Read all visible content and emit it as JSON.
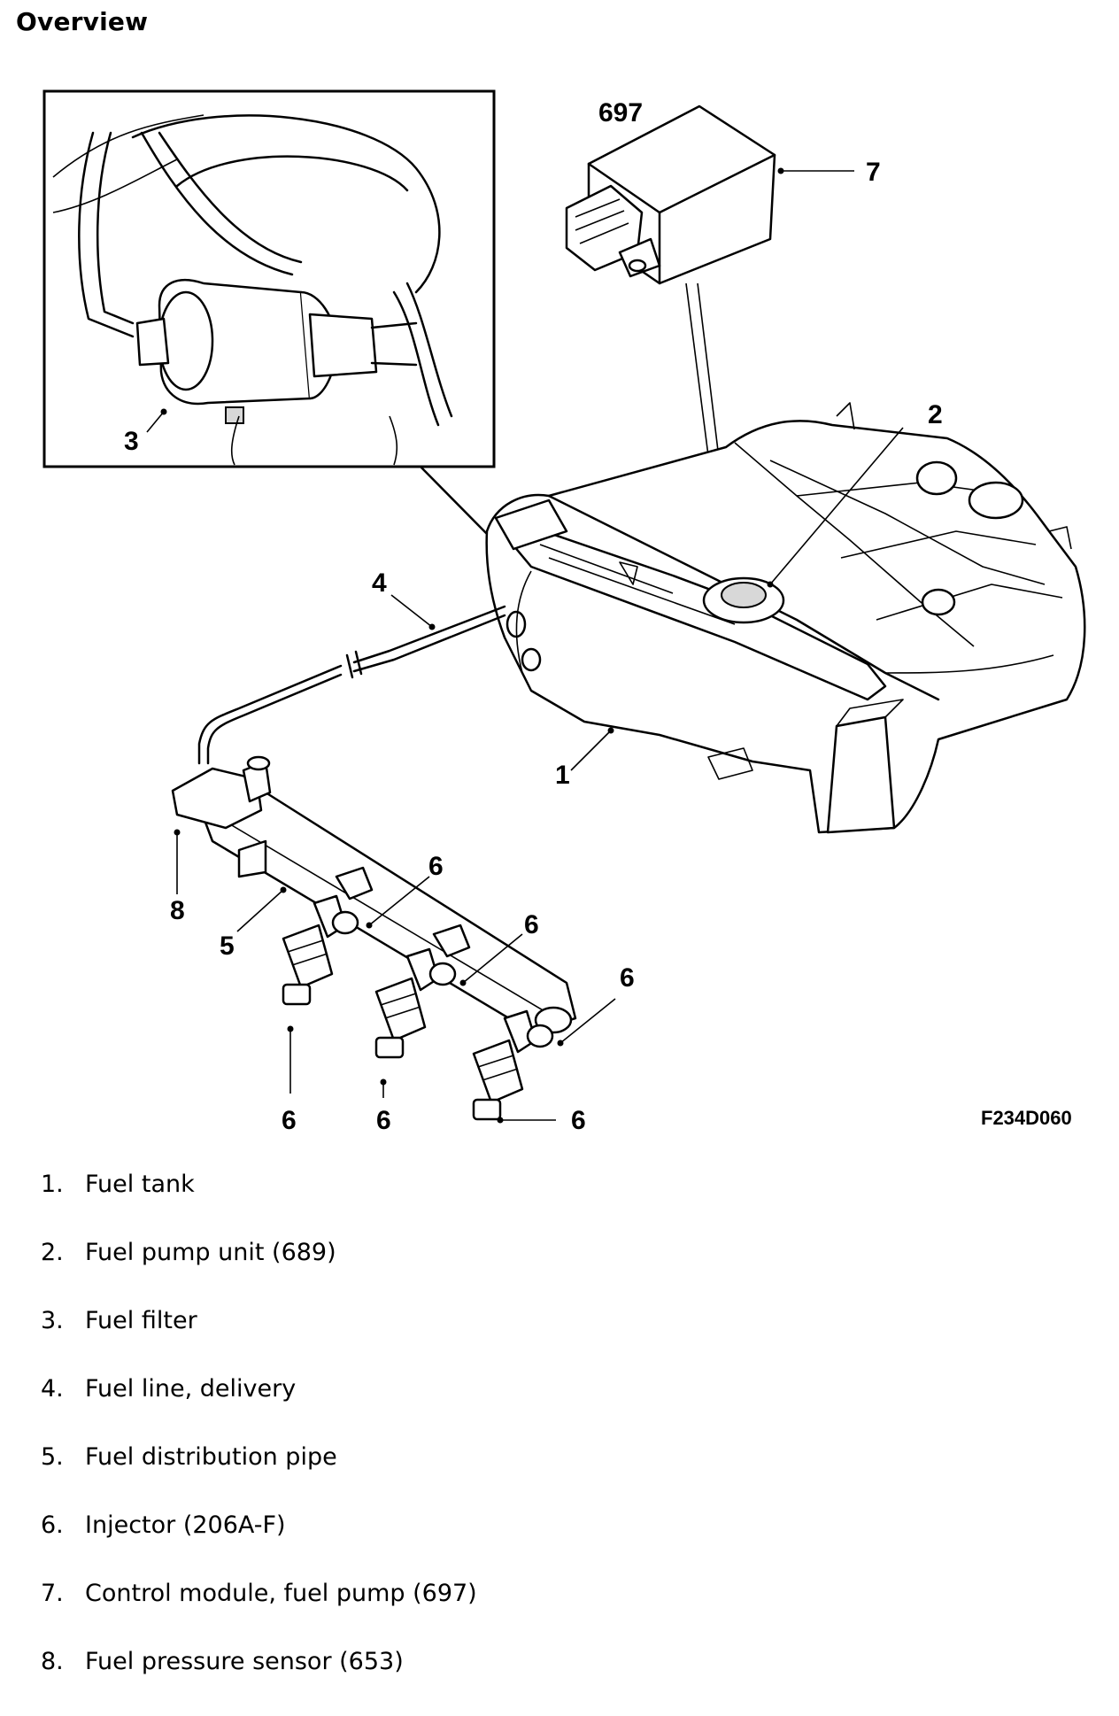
{
  "heading": "Overview",
  "figure": {
    "module_label": "697",
    "reference_code": "F234D060",
    "callouts": {
      "c1": "1",
      "c2": "2",
      "c3": "3",
      "c4": "4",
      "c5": "5",
      "c6a": "6",
      "c6b": "6",
      "c6c": "6",
      "c6d": "6",
      "c6e": "6",
      "c6f": "6",
      "c7": "7",
      "c8": "8"
    }
  },
  "legend": [
    {
      "num": "1.",
      "text": "Fuel tank"
    },
    {
      "num": "2.",
      "text": "Fuel pump unit (689)"
    },
    {
      "num": "3.",
      "text": "Fuel filter"
    },
    {
      "num": "4.",
      "text": "Fuel line, delivery"
    },
    {
      "num": "5.",
      "text": "Fuel distribution pipe"
    },
    {
      "num": "6.",
      "text": "Injector (206A-F)"
    },
    {
      "num": "7.",
      "text": "Control module, fuel pump (697)"
    },
    {
      "num": "8.",
      "text": "Fuel pressure sensor (653)"
    }
  ]
}
